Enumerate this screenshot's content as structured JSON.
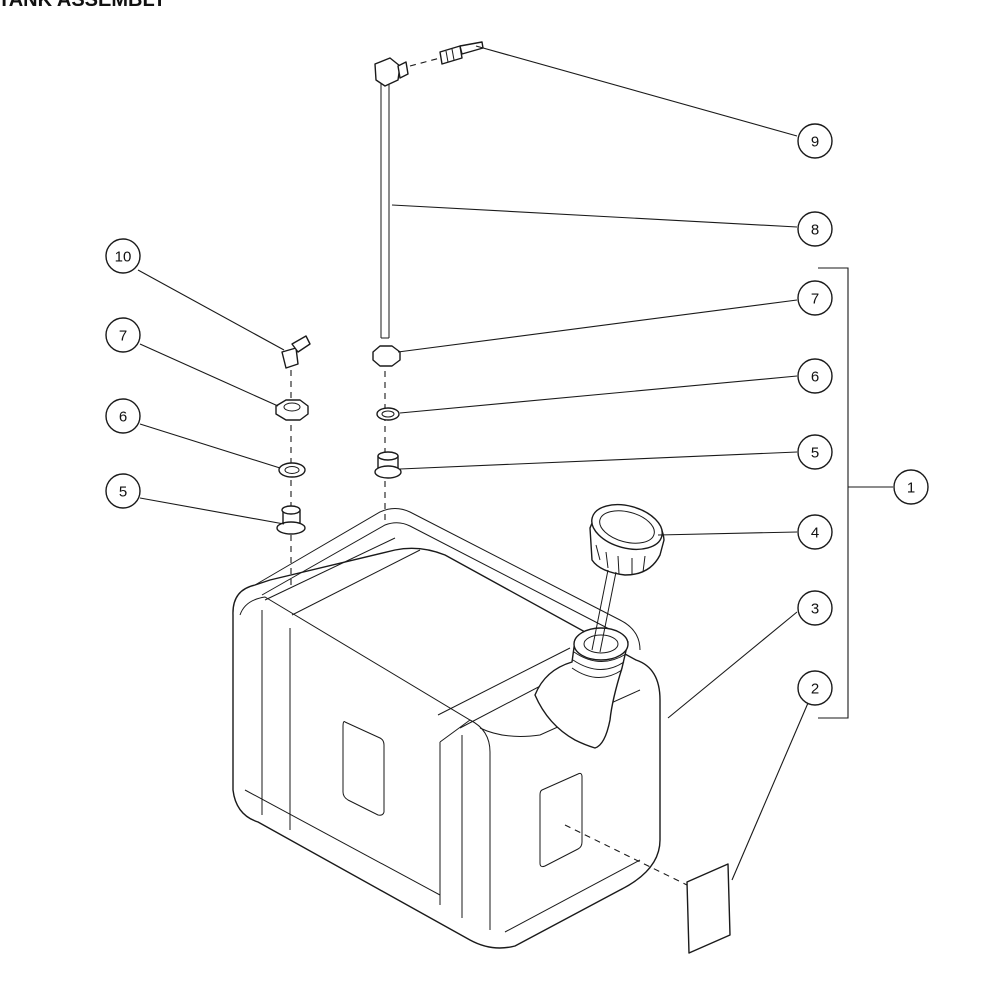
{
  "header": {
    "title": "TANK ASSEMBLY"
  },
  "callouts": {
    "c1": "1",
    "c2": "2",
    "c3": "3",
    "c4": "4",
    "c5r": "5",
    "c6r": "6",
    "c7r": "7",
    "c8": "8",
    "c9": "9",
    "c10": "10",
    "c7l": "7",
    "c6l": "6",
    "c5l": "5"
  }
}
